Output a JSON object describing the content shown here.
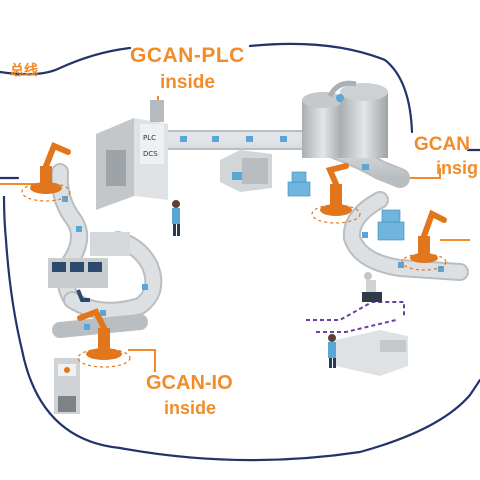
{
  "labels": {
    "bus": "总线",
    "plc_line1": "GCAN-PLC",
    "plc_line2": "inside",
    "right_line1": "GCAN",
    "right_line2": "insig",
    "io_line1": "GCAN-IO",
    "io_line2": "inside"
  },
  "colors": {
    "bus_line": "#22346b",
    "accent_orange": "#f28c28",
    "conveyor": "#cfd3d6",
    "machine_gray": "#b9bdc0",
    "box_blue": "#5aa6d6",
    "robot_orange": "#e2761c",
    "agv_path": "#6b3fa0"
  }
}
